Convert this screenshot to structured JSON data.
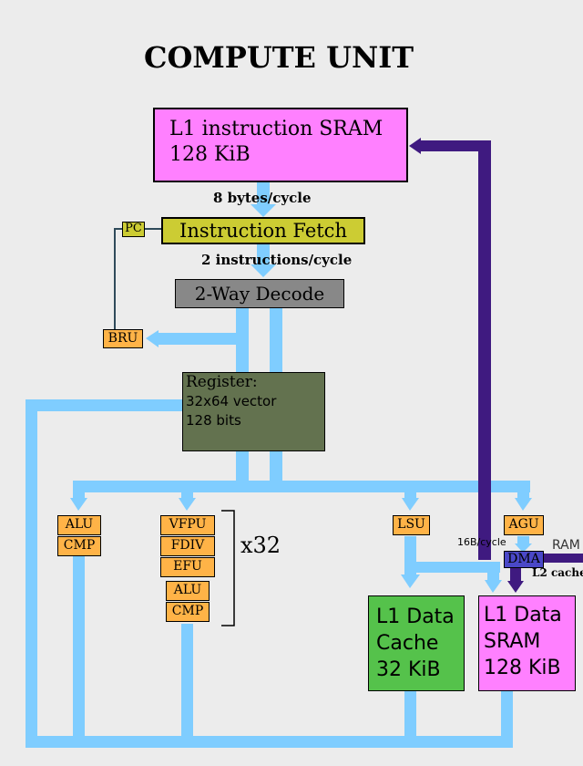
{
  "title": "COMPUTE UNIT",
  "colors": {
    "bus": "#7fcdff",
    "dma_path": "#3f1a80",
    "sram": "#ff80ff",
    "fetch": "#cccc33",
    "decode": "#888888",
    "register": "#63724f",
    "unit": "#ffb347",
    "data_cache": "#55c24b",
    "dma": "#4a48c8"
  },
  "l1_instruction": {
    "line1": "L1 instruction SRAM",
    "line2": "128 KiB"
  },
  "fetch_rate": {
    "num": "8",
    "unit": "bytes/cycle"
  },
  "pc": "PC",
  "instruction_fetch": "Instruction Fetch",
  "decode_rate": {
    "num": "2",
    "unit": "instructions/cycle"
  },
  "decode": "2-Way Decode",
  "bru": "BRU",
  "register": {
    "line1": "Register:",
    "line2": "32x64 vector",
    "line3": "128 bits"
  },
  "units": {
    "alu": "ALU",
    "cmp": "CMP",
    "vfpu": "VFPU",
    "fdiv": "FDIV",
    "efu": "EFU",
    "alu2": "ALU",
    "cmp2": "CMP",
    "lsu": "LSU",
    "agu": "AGU",
    "dma": "DMA"
  },
  "multiplier": "x32",
  "dma_rate": "16B/cycle",
  "ram": "RAM",
  "l2_cache": "L2 cache",
  "l1_data_cache": {
    "line1": "L1 Data",
    "line2": "Cache",
    "line3": "32 KiB"
  },
  "l1_data_sram": {
    "line1": "L1 Data",
    "line2": "SRAM",
    "line3": "128 KiB"
  }
}
